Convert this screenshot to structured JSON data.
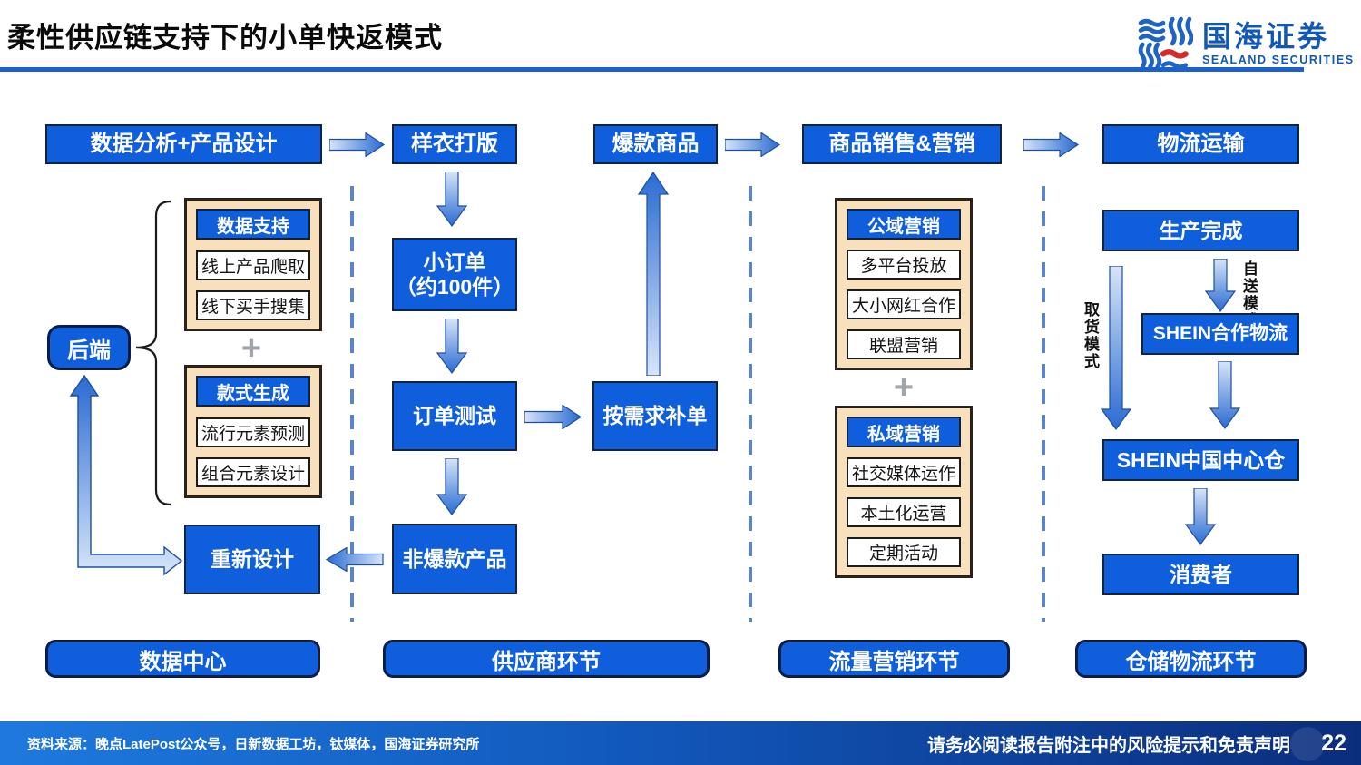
{
  "header": {
    "title": "柔性供应链支持下的小单快返模式",
    "logo_cn": "国海证券",
    "logo_en": "SEALAND SECURITIES"
  },
  "top_flow": {
    "data_design": "数据分析+产品设计",
    "sample": "样衣打版",
    "hot_product": "爆款商品",
    "sales_marketing": "商品销售&营销",
    "logistics": "物流运输"
  },
  "data_center": {
    "backend": "后端",
    "data_support": {
      "header": "数据支持",
      "items": [
        "线上产品爬取",
        "线下买手搜集"
      ]
    },
    "plus": "+",
    "style_gen": {
      "header": "款式生成",
      "items": [
        "流行元素预测",
        "组合元素设计"
      ]
    },
    "redesign": "重新设计",
    "section_label": "数据中心"
  },
  "supplier": {
    "small_order_line1": "小订单",
    "small_order_line2": "（约100件）",
    "order_test": "订单测试",
    "replenish": "按需求补单",
    "non_hot": "非爆款产品",
    "section_label": "供应商环节"
  },
  "marketing": {
    "public": {
      "header": "公域营销",
      "items": [
        "多平台投放",
        "大小网红合作",
        "联盟营销"
      ]
    },
    "plus": "+",
    "private": {
      "header": "私域营销",
      "items": [
        "社交媒体运作",
        "本土化运营",
        "定期活动"
      ]
    },
    "section_label": "流量营销环节"
  },
  "logistics": {
    "production_done": "生产完成",
    "self_mode": "自送模式",
    "pickup_mode": "取货模式",
    "shein_partner": "SHEIN合作物流",
    "china_hub": "SHEIN中国中心仓",
    "consumer": "消费者",
    "section_label": "仓储物流环节"
  },
  "footer": {
    "source": "资料来源：晚点LatePost公众号，日新数据工坊，钛媒体，国海证券研究所",
    "disclaimer": "请务必阅读报告附注中的风险提示和免责声明",
    "page_number": "22"
  },
  "colors": {
    "box_blue": "#0f5edb",
    "tan_panel": "#f8e0bd",
    "accent_line": "#1c5fd0",
    "dashed_divider": "#5c85c9",
    "footer_gradient_start": "#1e79de",
    "footer_gradient_end": "#0b2d7c",
    "logo_blue": "#1157b8",
    "logo_red": "#d42b2b"
  }
}
